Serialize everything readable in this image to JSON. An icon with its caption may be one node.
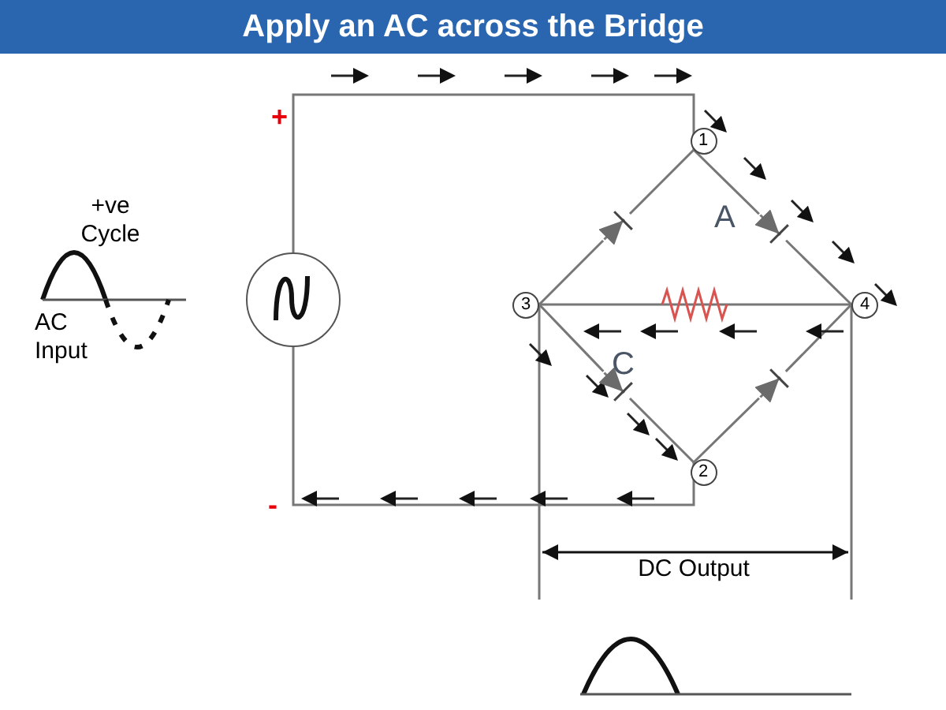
{
  "diagram": {
    "title": "Apply an AC across the Bridge",
    "nodes": [
      {
        "text": [
          "1"
        ]
      },
      {
        "text": [],
        "shape": "circle"
      },
      {
        "text": [
          "3"
        ]
      },
      {
        "text": [
          "4"
        ]
      },
      {
        "text": [
          "2"
        ]
      },
      {
        "text": [],
        "shape": "diode"
      },
      {
        "text": [],
        "shape": "diode"
      },
      {
        "text": [],
        "shape": "diode"
      },
      {
        "text": [],
        "shape": "diode"
      }
    ],
    "edges": [
      {
        "from": 1,
        "to": 0,
        "arrow": "none"
      },
      {
        "from": 1,
        "to": 4,
        "arrow": "none"
      },
      {
        "from": 2,
        "to": 5,
        "arrow": "none"
      },
      {
        "from": 5,
        "to": 0,
        "arrow": "none"
      },
      {
        "from": 0,
        "to": 6,
        "arrow": "none"
      },
      {
        "from": 6,
        "to": 3,
        "arrow": "none"
      },
      {
        "from": 2,
        "to": 7,
        "arrow": "none"
      },
      {
        "from": 7,
        "to": 4,
        "arrow": "none"
      },
      {
        "from": 4,
        "to": 8,
        "arrow": "none"
      },
      {
        "from": 8,
        "to": 3,
        "arrow": "none"
      },
      {
        "from": 2,
        "to": 3,
        "arrow": "none"
      }
    ],
    "labels": [
      "+",
      "+ve Cycle",
      "AC Input",
      "A",
      "C",
      "-",
      "DC Output"
    ]
  }
}
